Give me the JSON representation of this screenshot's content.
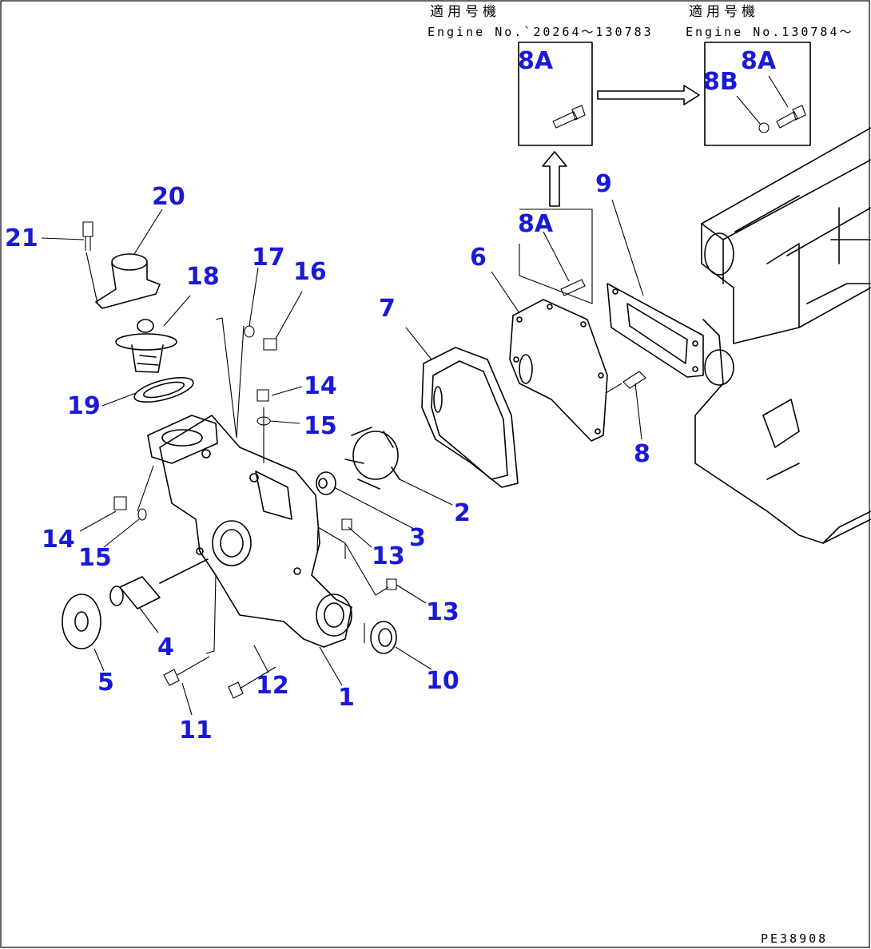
{
  "header_left": {
    "applicable_label": "適用号機",
    "engine_range": "Engine No.`20264～130783"
  },
  "header_right": {
    "applicable_label": "適用号機",
    "engine_range": "Engine No.130784～"
  },
  "drawing_code": "PE38908",
  "callouts": {
    "p1": "1",
    "p2": "2",
    "p3": "3",
    "p4": "4",
    "p5": "5",
    "p6": "6",
    "p7": "7",
    "p8": "8",
    "p8a_main": "8A",
    "p8a_box_left": "8A",
    "p8a_box_right": "8A",
    "p8b_box_right": "8B",
    "p9": "9",
    "p10": "10",
    "p11": "11",
    "p12": "12",
    "p13_upper": "13",
    "p13_lower": "13",
    "p14_upper": "14",
    "p14_left": "14",
    "p15_upper": "15",
    "p15_left": "15",
    "p16": "16",
    "p17": "17",
    "p18": "18",
    "p19": "19",
    "p20": "20",
    "p21": "21"
  },
  "colors": {
    "callout": "#1a1ad6",
    "line": "#000000"
  }
}
